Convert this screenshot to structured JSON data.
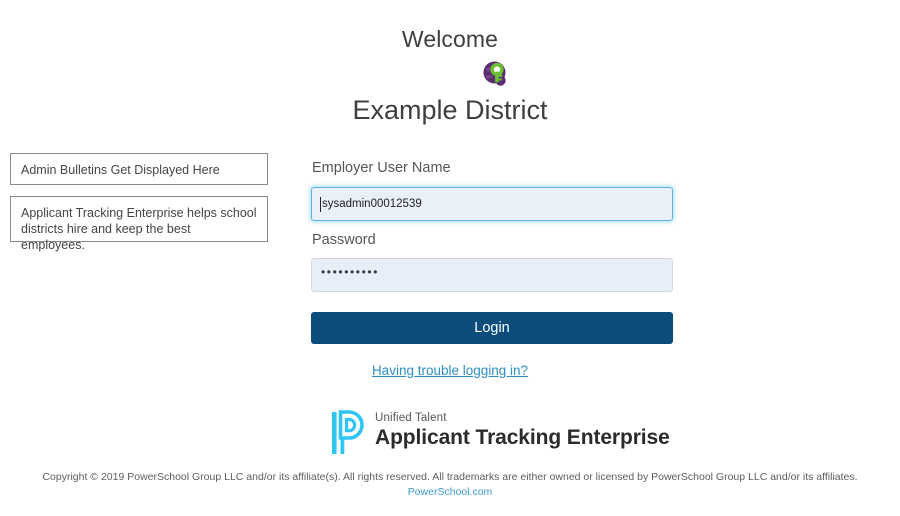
{
  "header": {
    "welcome": "Welcome",
    "district_logo_icon": "district-globe-key-icon",
    "district_name": "Example District",
    "logo_colors": {
      "purple": "#5b2d6e",
      "green": "#6abf32"
    }
  },
  "bulletins": [
    {
      "text": "Admin Bulletins Get Displayed Here"
    },
    {
      "text": "Applicant Tracking Enterprise helps school districts hire and keep the best employees."
    }
  ],
  "login": {
    "username_label": "Employer User Name",
    "username_value": "sysadmin00012539",
    "username_placeholder": "",
    "password_label": "Password",
    "password_mask": "••••••••••",
    "password_placeholder": "",
    "login_label": "Login",
    "trouble_label": "Having trouble logging in?",
    "button_color": "#0a4d7d",
    "link_color": "#2e8ec4",
    "focus_border_color": "#5bb4e5",
    "field_bg_color": "#e8eef7"
  },
  "brand": {
    "mark_icon": "powerschool-p-icon",
    "superline": "Unified Talent",
    "product": "Applicant Tracking Enterprise",
    "mark_color": "#31c5f4"
  },
  "footer": {
    "copyright": "Copyright © 2019 PowerSchool Group LLC and/or its affiliate(s). All rights reserved. All trademarks are either owned or licensed by PowerSchool Group LLC and/or its affiliates.",
    "site_link": "PowerSchool.com"
  }
}
